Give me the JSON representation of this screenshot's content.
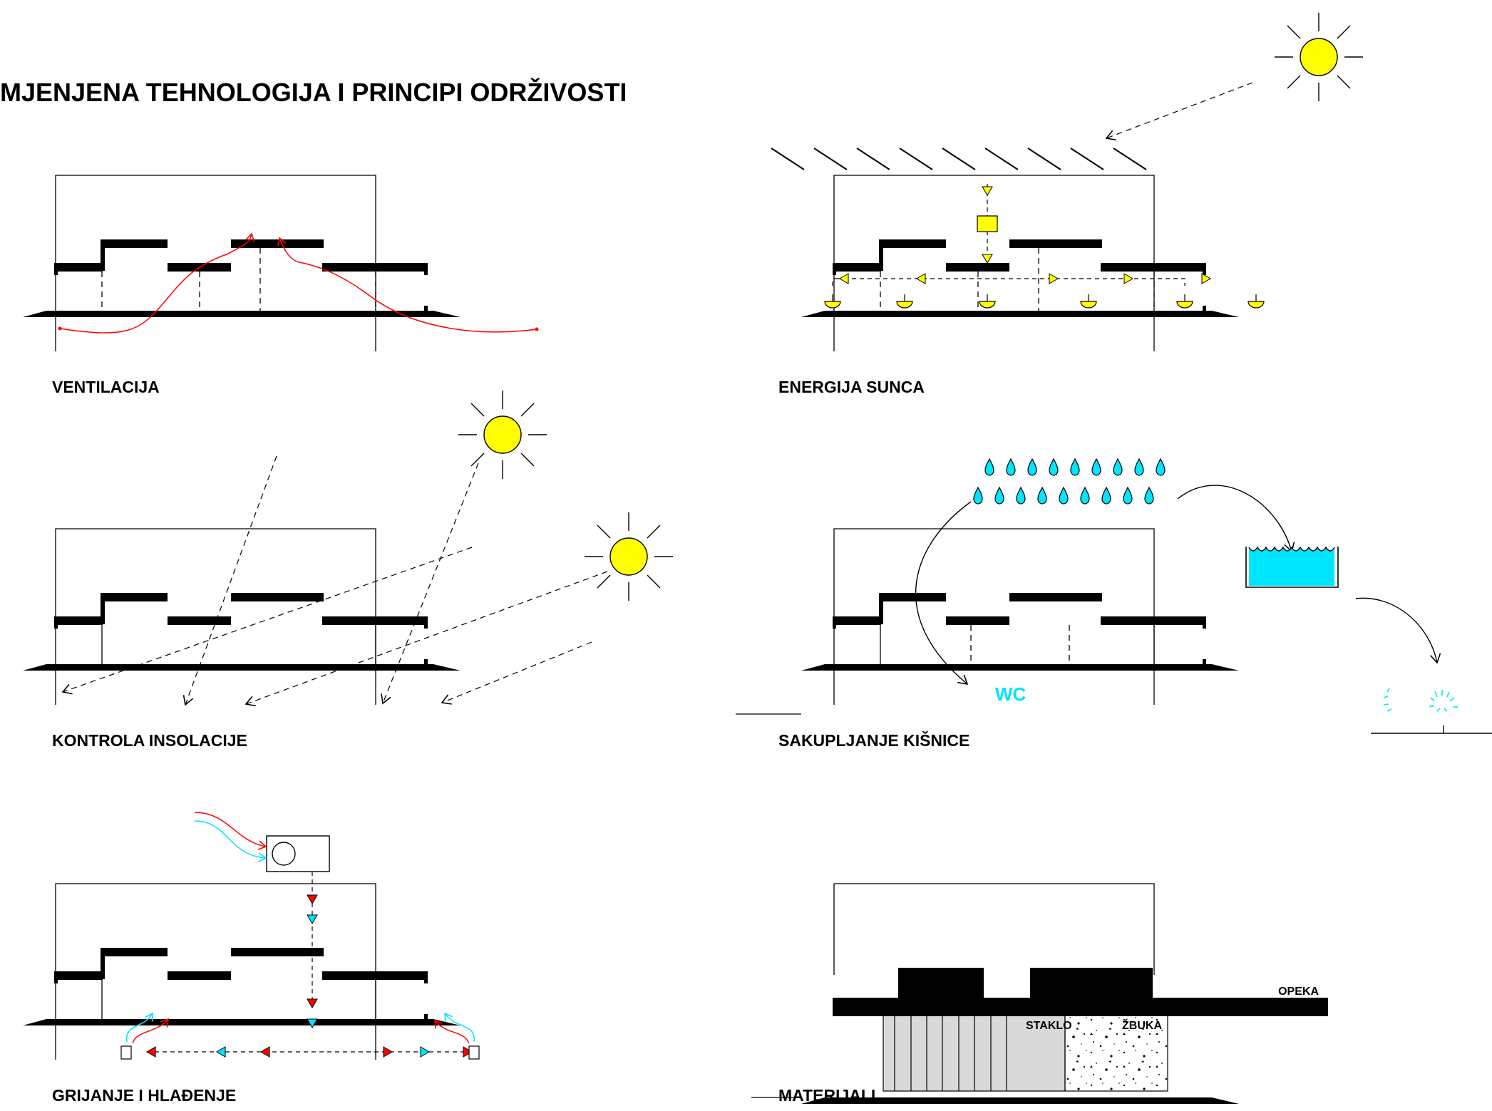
{
  "page": {
    "title": "MJENJENA TEHNOLOGIJA I PRINCIPI ODRŽIVOSTI"
  },
  "panels": {
    "ventilation": {
      "label": "VENTILACIJA"
    },
    "solar": {
      "label": "ENERGIJA SUNCA"
    },
    "insolation": {
      "label": "KONTROLA INSOLACIJE"
    },
    "rainwater": {
      "label": "SAKUPLJANJE KIŠNICE",
      "wc_label": "WC"
    },
    "heating": {
      "label": "GRIJANJE I HLAĐENJE"
    },
    "materials": {
      "label": "MATERIJALI",
      "brick_label": "OPEKA",
      "glass_label": "STAKLO",
      "plaster_label": "ŽBUKA"
    }
  },
  "colors": {
    "sun": "#ffff00",
    "water": "#00e5ff",
    "warm": "#ff0000",
    "cool": "#00e5ff",
    "glass": "#d9d9d9"
  },
  "icons": [
    "sun-icon",
    "raindrop-icon",
    "water-tank-icon",
    "sprinkler-icon",
    "hvac-unit-icon",
    "light-fixture-icon"
  ]
}
